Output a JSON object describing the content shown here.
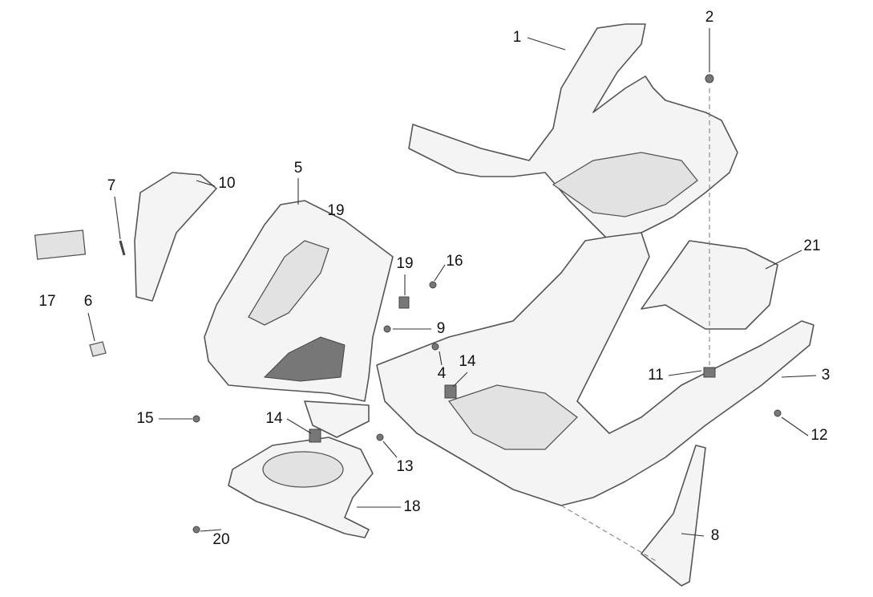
{
  "callouts": {
    "c1": "1",
    "c2": "2",
    "c3": "3",
    "c4": "4",
    "c5": "5",
    "c6": "6",
    "c7": "7",
    "c8": "8",
    "c9": "9",
    "c10": "10",
    "c11": "11",
    "c12": "12",
    "c13": "13",
    "c14a": "14",
    "c14b": "14",
    "c15": "15",
    "c16": "16",
    "c17": "17",
    "c18": "18",
    "c19a": "19",
    "c19b": "19",
    "c20": "20",
    "c21": "21"
  }
}
